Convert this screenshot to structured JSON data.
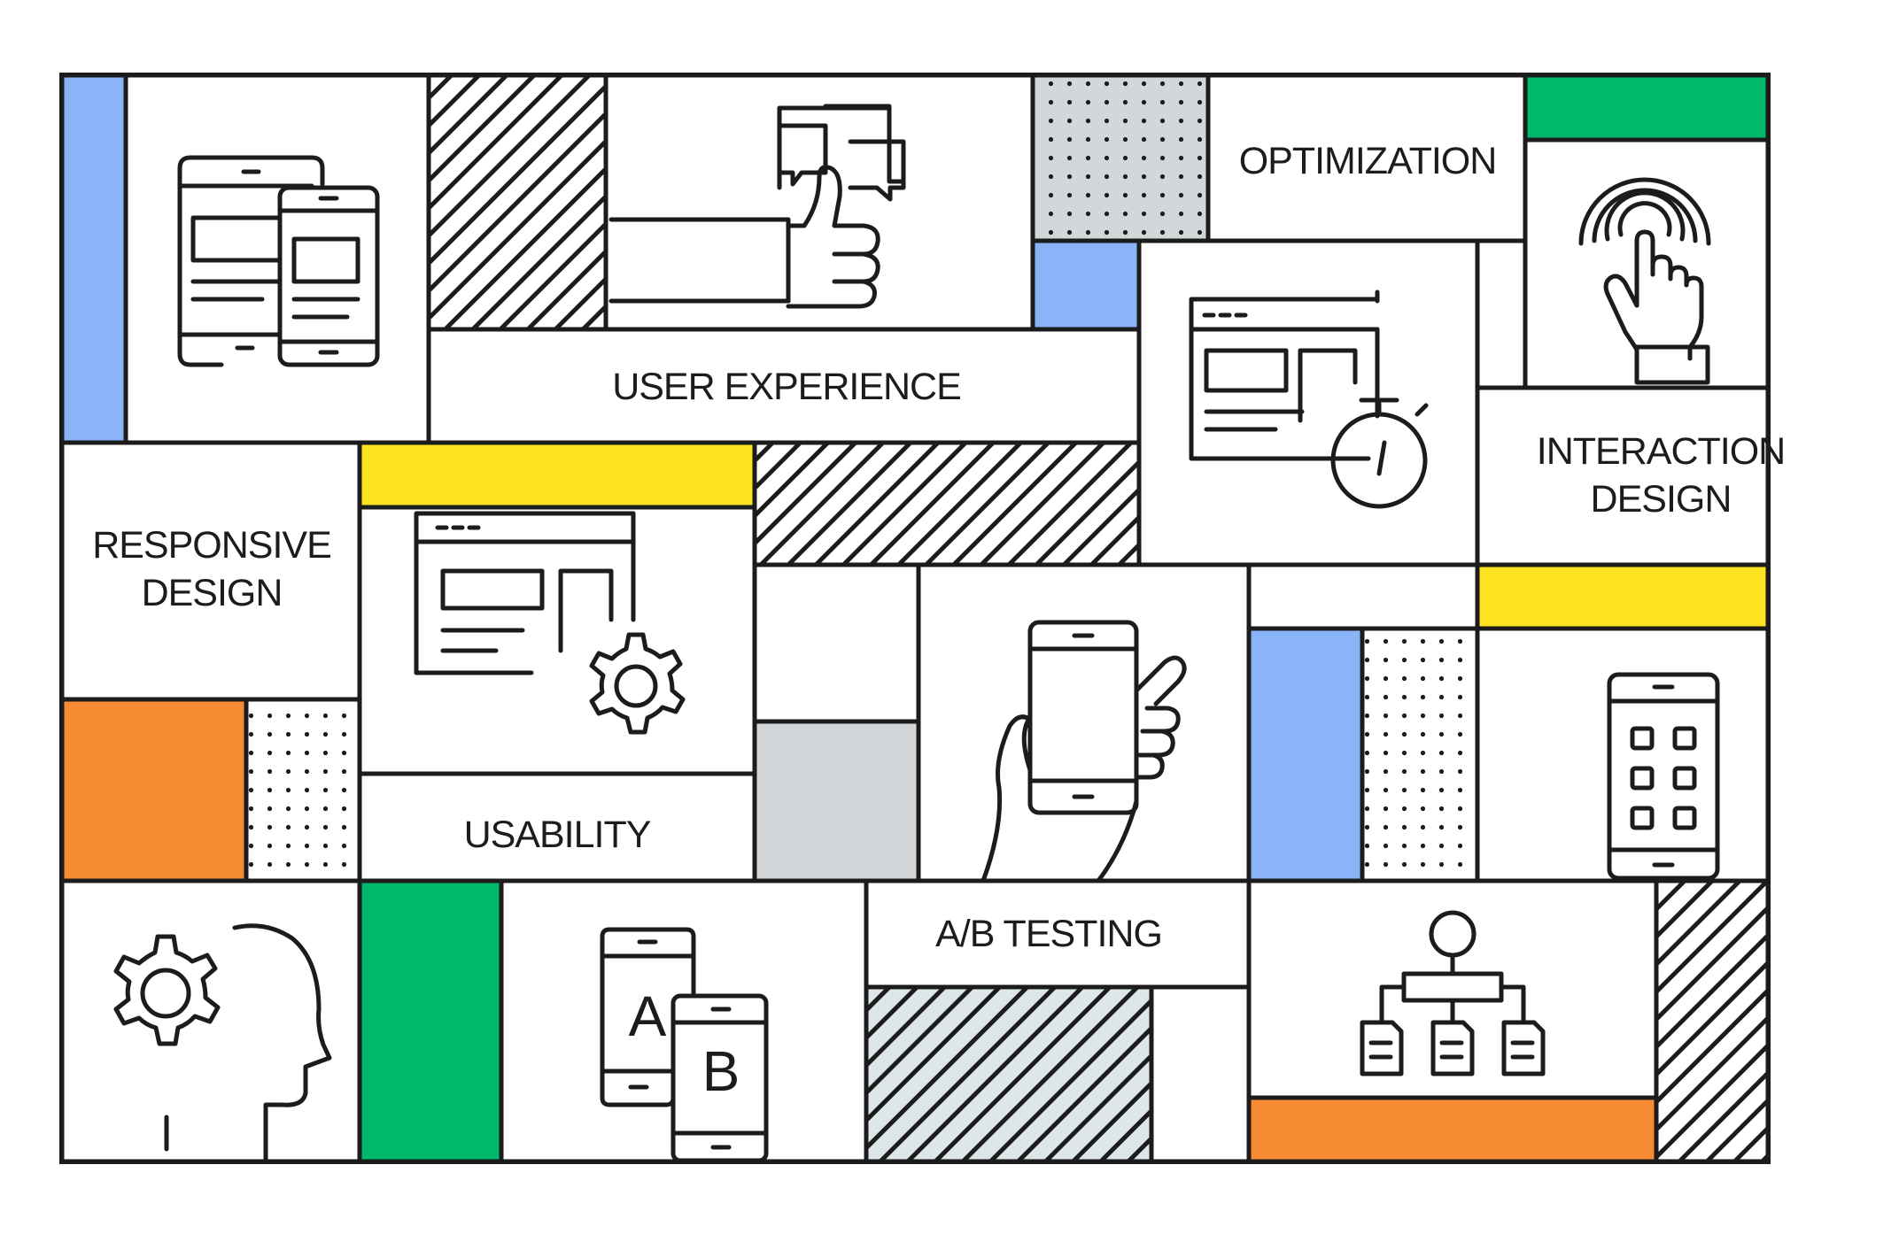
{
  "colors": {
    "stroke": "#1c1c1c",
    "blue": "#8ab4f8",
    "green": "#00b86b",
    "yellow": "#fde21f",
    "orange": "#f78b33",
    "grey": "#d3d7d9",
    "pale_blue_grey": "#dde6e8",
    "background": "#ffffff"
  },
  "labels": {
    "optimization": "OPTIMIZATION",
    "user_experience": "USER EXPERIENCE",
    "interaction_design": "INTERACTION\nDESIGN",
    "responsive_design": "RESPONSIVE\nDESIGN",
    "usability": "USABILITY",
    "ab_testing": "A/B TESTING"
  },
  "icon_letters": {
    "a": "A",
    "b": "B"
  },
  "icons": [
    "responsive-devices-icon",
    "thumbs-up-chat-icon",
    "touch-gesture-icon",
    "webpage-stopwatch-icon",
    "webpage-gear-icon",
    "hand-smartphone-icon",
    "smartphone-apps-icon",
    "head-gear-icon",
    "ab-test-phones-icon",
    "sitemap-hierarchy-icon"
  ]
}
